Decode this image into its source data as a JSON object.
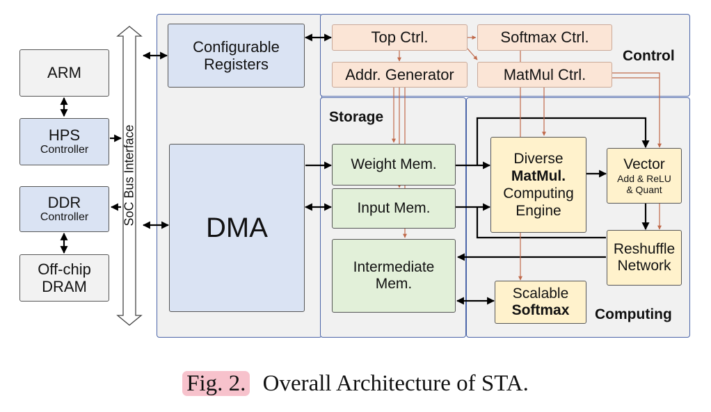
{
  "blocks": {
    "arm": "ARM",
    "hps_line1": "HPS",
    "hps_line2": "Controller",
    "ddr_line1": "DDR",
    "ddr_line2": "Controller",
    "dram_line1": "Off-chip",
    "dram_line2": "DRAM",
    "bus": "SoC Bus Interface",
    "config_line1": "Configurable",
    "config_line2": "Registers",
    "dma": "DMA",
    "top_ctrl": "Top Ctrl.",
    "softmax_ctrl": "Softmax Ctrl.",
    "addr_gen": "Addr. Generator",
    "matmul_ctrl": "MatMul Ctrl.",
    "weight_mem": "Weight Mem.",
    "input_mem": "Input Mem.",
    "inter_line1": "Intermediate",
    "inter_line2": "Mem.",
    "engine_line1": "Diverse",
    "engine_line2": "MatMul.",
    "engine_line3": "Computing",
    "engine_line4": "Engine",
    "vector_line1": "Vector",
    "vector_line2": "Add & ReLU",
    "vector_line3": "& Quant",
    "reshuffle_line1": "Reshuffle",
    "reshuffle_line2": "Network",
    "softmax_line1": "Scalable",
    "softmax_line2": "Softmax"
  },
  "regions": {
    "control": "Control",
    "storage": "Storage",
    "computing": "Computing"
  },
  "caption": {
    "number": "Fig. 2.",
    "text": "Overall Architecture of STA."
  },
  "colors": {
    "region_border": "#4a64a8",
    "control_wire": "#c0694a",
    "data_wire": "#000000",
    "grey_block": "#f2f2f2",
    "blue_block": "#dae3f3",
    "orange_block": "#fbe5d6",
    "green_block": "#e2f0d9",
    "yellow_block": "#fff2cc"
  }
}
